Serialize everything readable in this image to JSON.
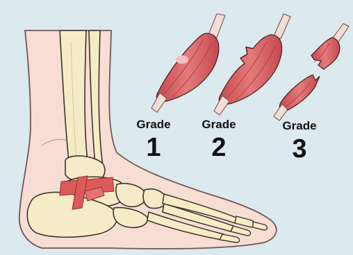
{
  "grades": [
    {
      "word": "Grade",
      "number": "1"
    },
    {
      "word": "Grade",
      "number": "2"
    },
    {
      "word": "Grade",
      "number": "3"
    }
  ],
  "colors": {
    "background": "#dce9ee",
    "skin": "#f7ddd4",
    "skin_outline": "#6e5753",
    "bone": "#f5ecc7",
    "bone_outline": "#3b342a",
    "ligament": "#dd5a5a",
    "muscle": "#d9686b",
    "muscle_outline": "#4b2424",
    "tendon": "#f1dcd6",
    "text": "#111111"
  }
}
